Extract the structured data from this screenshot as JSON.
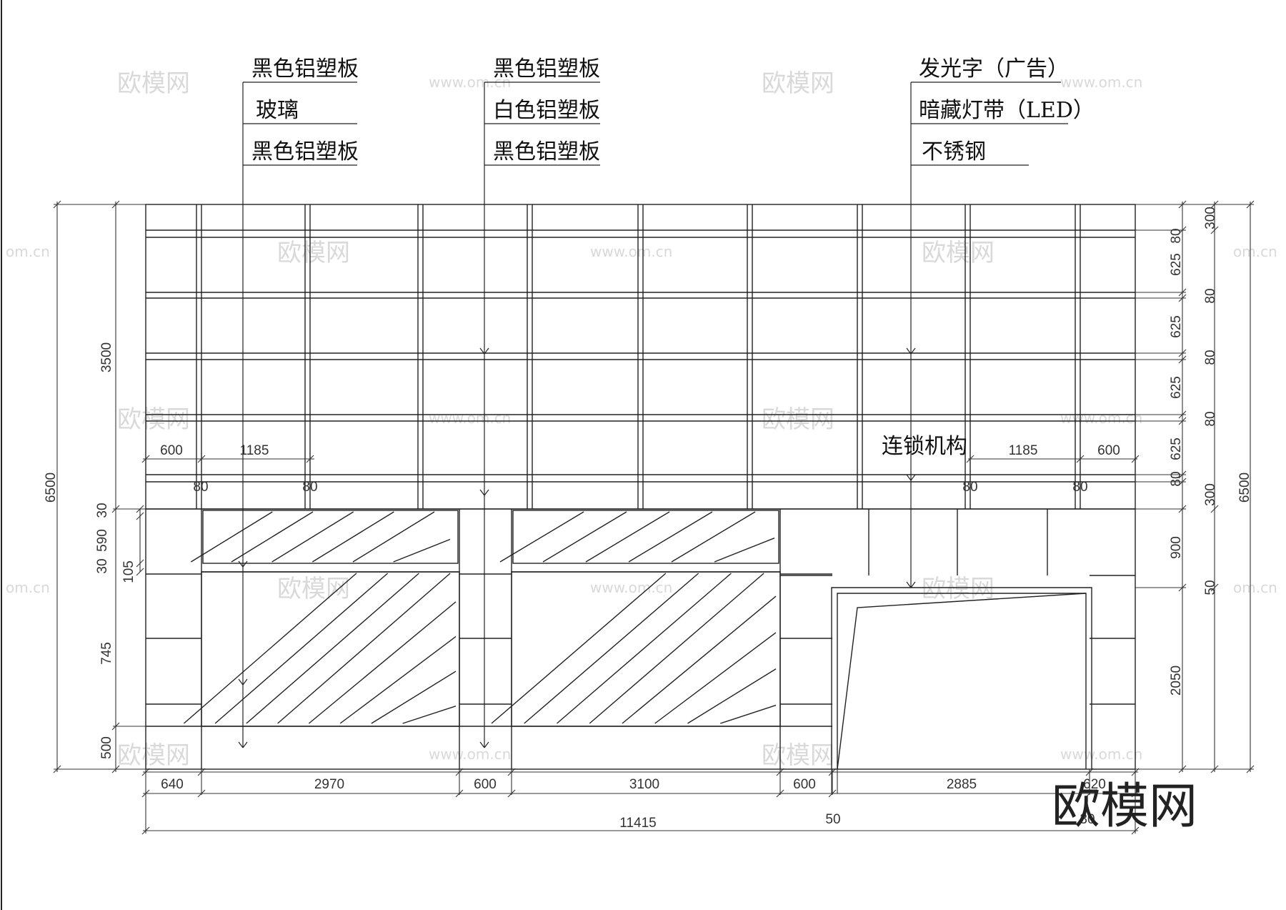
{
  "callouts": {
    "left": [
      "黑色铝塑板",
      "玻璃",
      "黑色铝塑板"
    ],
    "middle": [
      "黑色铝塑板",
      "白色铝塑板",
      "黑色铝塑板"
    ],
    "right": [
      "发光字（广告）",
      "暗藏灯带（LED）",
      "不锈钢"
    ],
    "mechanism": "连锁机构"
  },
  "dims": {
    "bottom_segments": [
      "640",
      "2970",
      "600",
      "3100",
      "600",
      "2885",
      "620"
    ],
    "bottom_total": "11415",
    "bottom_gap": "50",
    "bottom_small": "30",
    "left_total": "6500",
    "left_upper": "3500",
    "left_mid": [
      "30",
      "590",
      "30",
      "105"
    ],
    "left_lower": [
      "745",
      "500"
    ],
    "upper_left_spans": [
      "600",
      "1185"
    ],
    "upper_right_spans": [
      "1185",
      "600"
    ],
    "mullion_left": [
      "80",
      "80"
    ],
    "mullion_right": [
      "80",
      "80"
    ],
    "right_values": [
      "300",
      "80",
      "625",
      "80",
      "625",
      "80",
      "625",
      "80",
      "625",
      "80",
      "300",
      "900",
      "50",
      "2050"
    ],
    "right_total": "6500"
  },
  "watermark": {
    "brand_cn": "欧模网",
    "site": "www.om.cn",
    "site_partial": "om.cn"
  },
  "colors": {
    "line": "#222222",
    "dim_line": "#333333",
    "watermark": "#d9d9d9"
  }
}
